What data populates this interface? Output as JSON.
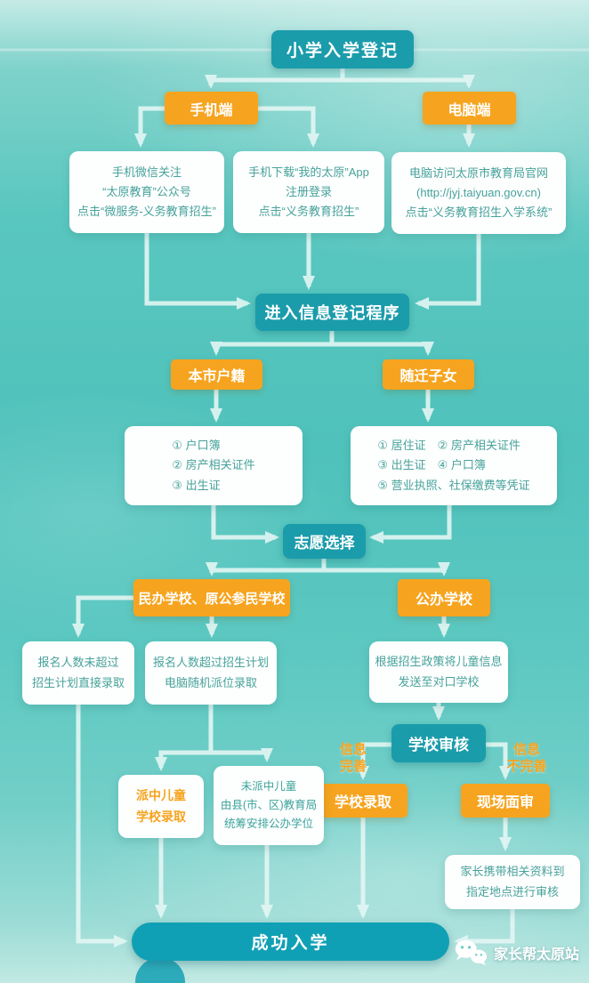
{
  "palette": {
    "teal_node": "#1b9cab",
    "pill_teal": "#10a0b5",
    "orange_node": "#f6a41f",
    "white_box_text": "#47a29b",
    "arrow": "#e4f6f4",
    "bg_mid": "#4fc2bb"
  },
  "nodes": {
    "start": "小学入学登记",
    "mobile": "手机端",
    "pc": "电脑端",
    "wechat": "手机微信关注\n“太原教育”公众号\n点击“微服务-义务教育招生”",
    "app": "手机下载“我的太原”App\n注册登录\n点击“义务教育招生”",
    "website": "电脑访问太原市教育局官网\n(http://jyj.taiyuan.gov.cn)\n点击“义务教育招生入学系统”",
    "enter": "进入信息登记程序",
    "local": "本市户籍",
    "migrant": "随迁子女",
    "local_docs": "① 户口簿\n② 房产相关证件\n③ 出生证",
    "migrant_docs": "① 居住证　② 房产相关证件\n③ 出生证　④ 户口簿\n⑤ 营业执照、社保缴费等凭证",
    "choice": "志愿选择",
    "private_school": "民办学校、原公参民学校",
    "public_school": "公办学校",
    "not_exceed": "报名人数未超过\n招生计划直接录取",
    "exceed": "报名人数超过招生计划\n电脑随机派位录取",
    "send_info": "根据招生政策将儿童信息\n发送至对口学校",
    "review": "学校审核",
    "info_complete": "信息\n完善",
    "info_incomplete": "信息\n不完善",
    "admit": "学校录取",
    "onsite": "现场面审",
    "lottery_win": "派中儿童\n学校录取",
    "lottery_lose": "未派中儿童\n由县(市、区)教育局\n统筹安排公办学位",
    "materials": "家长携带相关资料到\n指定地点进行审核",
    "success": "成功入学"
  },
  "watermark": {
    "label": "家长帮太原站"
  }
}
